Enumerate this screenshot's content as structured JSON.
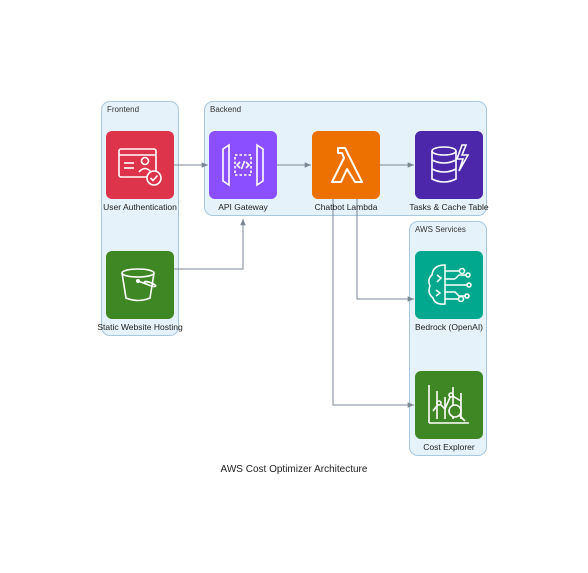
{
  "diagram": {
    "title": "AWS Cost Optimizer Architecture",
    "clusters": {
      "frontend": "Frontend",
      "backend": "Backend",
      "aws_services": "AWS Services"
    },
    "nodes": {
      "user_auth": "User Authentication",
      "static_hosting": "Static Website Hosting",
      "api_gateway": "API Gateway",
      "chatbot_lambda": "Chatbot Lambda",
      "tasks_cache_table": "Tasks & Cache Table",
      "bedrock": "Bedrock (OpenAI)",
      "cost_explorer": "Cost Explorer"
    },
    "icons": {
      "user_auth": "cognito-icon",
      "static_hosting": "s3-bucket-icon",
      "api_gateway": "api-gateway-icon",
      "chatbot_lambda": "lambda-icon",
      "tasks_cache_table": "dynamodb-icon",
      "bedrock": "bedrock-icon",
      "cost_explorer": "cost-explorer-icon"
    },
    "colors": {
      "cognito": "#dd344c",
      "s3": "#3f8624",
      "api_gateway": "#8c4fff",
      "lambda": "#ed7100",
      "dynamodb": "#4d27aa",
      "bedrock": "#01a88d",
      "cost_explorer": "#3f8624",
      "edge": "#7b8794",
      "cluster_fill": "#e6f2fa"
    },
    "edges": [
      {
        "from": "User Authentication",
        "to": "API Gateway"
      },
      {
        "from": "Static Website Hosting",
        "to": "API Gateway"
      },
      {
        "from": "API Gateway",
        "to": "Chatbot Lambda"
      },
      {
        "from": "Chatbot Lambda",
        "to": "Tasks & Cache Table"
      },
      {
        "from": "Chatbot Lambda",
        "to": "Bedrock (OpenAI)"
      },
      {
        "from": "Chatbot Lambda",
        "to": "Cost Explorer"
      }
    ]
  }
}
